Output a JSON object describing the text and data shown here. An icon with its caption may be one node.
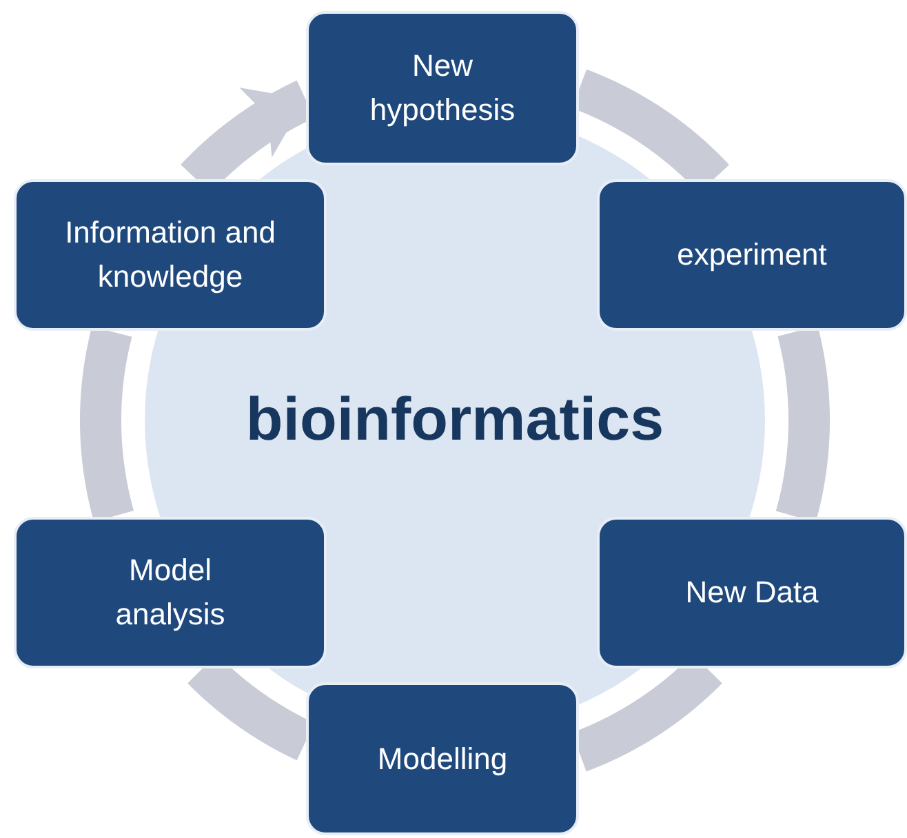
{
  "diagram": {
    "nodes": [
      {
        "text": [
          "New hypothesis"
        ]
      },
      {
        "text": [
          "experiment"
        ]
      },
      {
        "text": [
          "New Data"
        ]
      },
      {
        "text": [
          "Modelling"
        ]
      },
      {
        "text": [
          "Model analysis"
        ]
      },
      {
        "text": [
          "Information and knowledge"
        ]
      },
      {
        "text": [
          "bioinformatics"
        ]
      }
    ],
    "edges": [
      {
        "from": 0,
        "to": 1,
        "arrow": "none"
      },
      {
        "from": 1,
        "to": 2,
        "arrow": "none"
      },
      {
        "from": 2,
        "to": 3,
        "arrow": "none"
      },
      {
        "from": 3,
        "to": 4,
        "arrow": "none"
      },
      {
        "from": 4,
        "to": 5,
        "arrow": "none"
      },
      {
        "from": 5,
        "to": 0,
        "arrow": "to"
      }
    ]
  }
}
